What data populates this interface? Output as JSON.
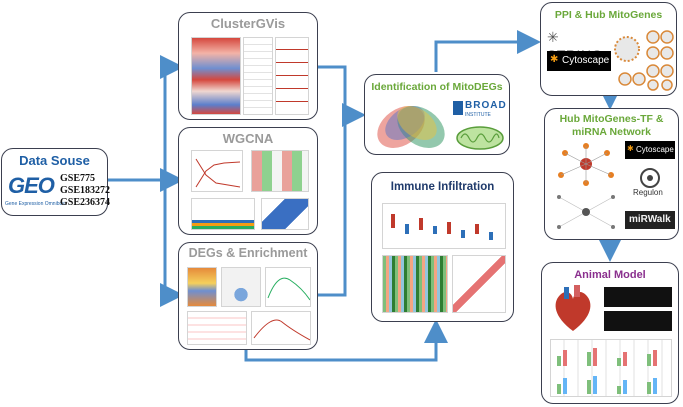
{
  "data_source": {
    "title": "Data Souse",
    "logo_text": "GEO",
    "logo_sub": "Gene Expression Omnibus",
    "datasets": [
      "GSE775",
      "GSE183272",
      "GSE236374"
    ]
  },
  "cluster": {
    "title": "ClusterGVis"
  },
  "wgcna": {
    "title": "WGCNA"
  },
  "degs": {
    "title": "DEGs & Enrichment"
  },
  "mito": {
    "title": "Identification of MitoDEGs",
    "broad_logo": "BROAD",
    "broad_sub": "INSTITUTE"
  },
  "immune": {
    "title": "Immune Infiltration"
  },
  "ppi": {
    "title": "PPI & Hub MitoGenes",
    "string_logo": "STRING",
    "cytoscape_logo": "Cytoscape"
  },
  "hub": {
    "title_line1": "Hub MitoGenes-TF &",
    "title_line2": "miRNA Network",
    "cytoscape_logo": "Cytoscape",
    "regulon_logo": "Regulon",
    "mirwalk_logo": "miRWalk"
  },
  "animal": {
    "title": "Animal Model"
  },
  "colors": {
    "arrow": "#4e8ec9",
    "green_title": "#6aa83a",
    "blue_title": "#1f5fa5",
    "gray_title": "#9a9a9a",
    "purple_title": "#8a2f8e"
  }
}
